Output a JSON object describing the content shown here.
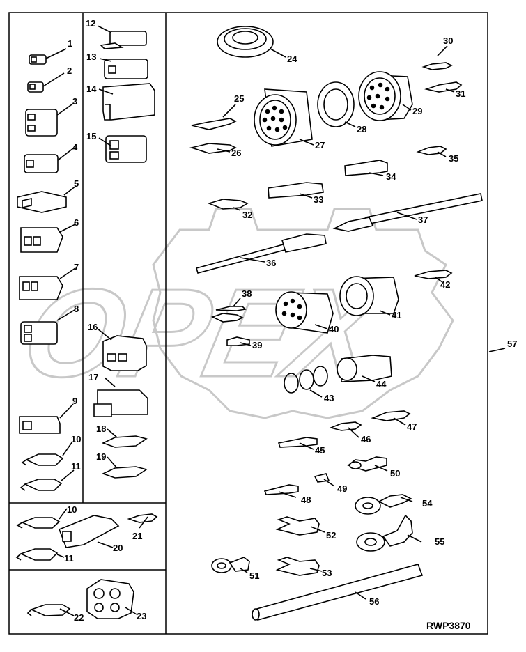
{
  "watermark": {
    "text": "OPEX"
  },
  "figure_code": "RWP3870",
  "callouts": {
    "c1": "1",
    "c2": "2",
    "c3": "3",
    "c4": "4",
    "c5": "5",
    "c6": "6",
    "c7": "7",
    "c8": "8",
    "c9": "9",
    "c10": "10",
    "c11": "11",
    "c12": "12",
    "c13": "13",
    "c14": "14",
    "c15": "15",
    "c16": "16",
    "c17": "17",
    "c18": "18",
    "c19": "19",
    "c20": "20",
    "c21": "21",
    "c22": "22",
    "c23": "23",
    "c24": "24",
    "c25": "25",
    "c26": "26",
    "c27": "27",
    "c28": "28",
    "c29": "29",
    "c30": "30",
    "c31": "31",
    "c32": "32",
    "c33": "33",
    "c34": "34",
    "c35": "35",
    "c36": "36",
    "c37": "37",
    "c38": "38",
    "c39": "39",
    "c40": "40",
    "c41": "41",
    "c42": "42",
    "c43": "43",
    "c44": "44",
    "c45": "45",
    "c46": "46",
    "c47": "47",
    "c48": "48",
    "c49": "49",
    "c50": "50",
    "c51": "51",
    "c52": "52",
    "c53": "53",
    "c54": "54",
    "c55": "55",
    "c56": "56",
    "c57": "57"
  },
  "colors": {
    "ink": "#000000",
    "paper": "#ffffff",
    "watermark": "#c8c8c8"
  }
}
